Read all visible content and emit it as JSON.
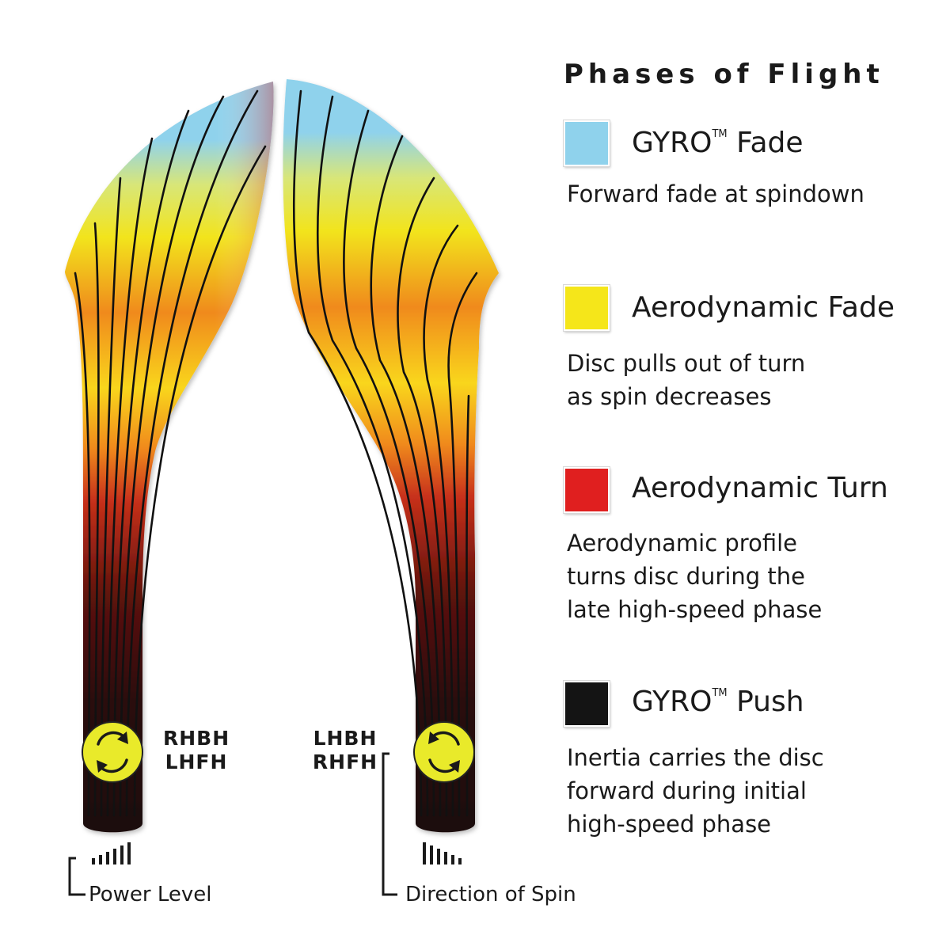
{
  "legend": {
    "title": "Phases of Flight",
    "items": [
      {
        "name": "GYRO",
        "tm": "TM",
        "suffix": " Fade",
        "desc": "Forward fade at spindown",
        "color": "#8fd2ec"
      },
      {
        "name": "Aerodynamic Fade",
        "tm": "",
        "suffix": "",
        "desc": "Disc pulls out of turn\nas spin decreases",
        "color": "#f5e61a"
      },
      {
        "name": "Aerodynamic Turn",
        "tm": "",
        "suffix": "",
        "desc": "Aerodynamic profile\nturns disc during the\nlate high-speed phase",
        "color": "#e01f1f"
      },
      {
        "name": "GYRO",
        "tm": "TM",
        "suffix": " Push",
        "desc": "Inertia carries the disc\nforward during initial\nhigh-speed phase",
        "color": "#141414"
      }
    ]
  },
  "throws": {
    "left": "RHBH\nLHFH",
    "right": "LHBH\nRHFH"
  },
  "indicators": {
    "power": "Power Level",
    "spin": "Direction of Spin"
  },
  "icons": {
    "left_spin": "rotation-arrows-icon",
    "right_spin": "rotation-arrows-icon",
    "power": "power-bars-icon",
    "spin_lines": "spin-lines-icon"
  },
  "colors": {
    "gyro_fade": "#8fd2ec",
    "aero_fade": "#f5e61a",
    "aero_turn": "#e01f1f",
    "gyro_push": "#141414",
    "disc_marker": "#e9ea2a"
  }
}
